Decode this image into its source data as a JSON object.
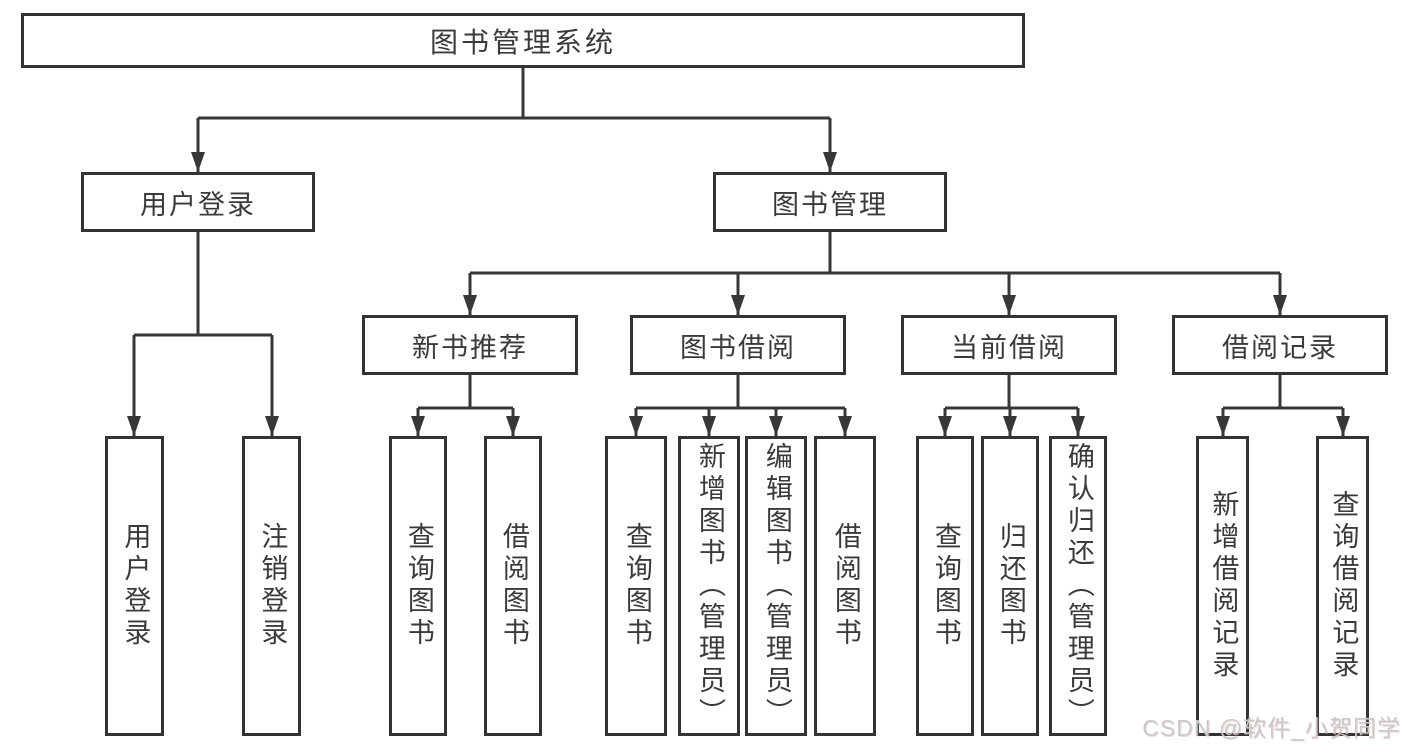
{
  "diagram": {
    "type": "tree",
    "title": "图书管理系统",
    "nodes": {
      "root": {
        "label": "图书管理系统",
        "children": [
          "user_login",
          "book_mgmt"
        ]
      },
      "user_login": {
        "label": "用户登录",
        "children": [
          "leaf_user_login",
          "leaf_logout"
        ]
      },
      "book_mgmt": {
        "label": "图书管理",
        "children": [
          "new_book",
          "book_borrow",
          "current_borrow",
          "borrow_records"
        ]
      },
      "new_book": {
        "label": "新书推荐",
        "children": [
          "leaf_query_1",
          "leaf_borrow_1"
        ]
      },
      "book_borrow": {
        "label": "图书借阅",
        "children": [
          "leaf_query_2",
          "leaf_add_book",
          "leaf_edit_book",
          "leaf_borrow_2"
        ]
      },
      "current_borrow": {
        "label": "当前借阅",
        "children": [
          "leaf_query_3",
          "leaf_return",
          "leaf_confirm_return"
        ]
      },
      "borrow_records": {
        "label": "借阅记录",
        "children": [
          "leaf_add_record",
          "leaf_query_record"
        ]
      },
      "leaf_user_login": {
        "label": "用户登录"
      },
      "leaf_logout": {
        "label": "注销登录"
      },
      "leaf_query_1": {
        "label": "查询图书"
      },
      "leaf_borrow_1": {
        "label": "借阅图书"
      },
      "leaf_query_2": {
        "label": "查询图书"
      },
      "leaf_add_book": {
        "label": "新增图书（管理员）"
      },
      "leaf_edit_book": {
        "label": "编辑图书（管理员）"
      },
      "leaf_borrow_2": {
        "label": "借阅图书"
      },
      "leaf_query_3": {
        "label": "查询图书"
      },
      "leaf_return": {
        "label": "归还图书"
      },
      "leaf_confirm_return": {
        "label": "确认归还（管理员）"
      },
      "leaf_add_record": {
        "label": "新增借阅记录"
      },
      "leaf_query_record": {
        "label": "查询借阅记录"
      }
    }
  },
  "watermark": {
    "text": "CSDN @软件_小贺同学"
  },
  "colors": {
    "line": "#373737",
    "border": "#333333",
    "text": "#3a3a3a",
    "background": "#ffffff",
    "watermark": "#c9c9c9"
  }
}
